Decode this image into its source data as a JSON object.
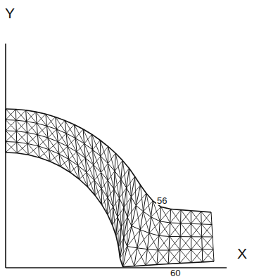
{
  "diagram": {
    "labels": [
      "Y",
      "X",
      "56",
      "60"
    ]
  }
}
